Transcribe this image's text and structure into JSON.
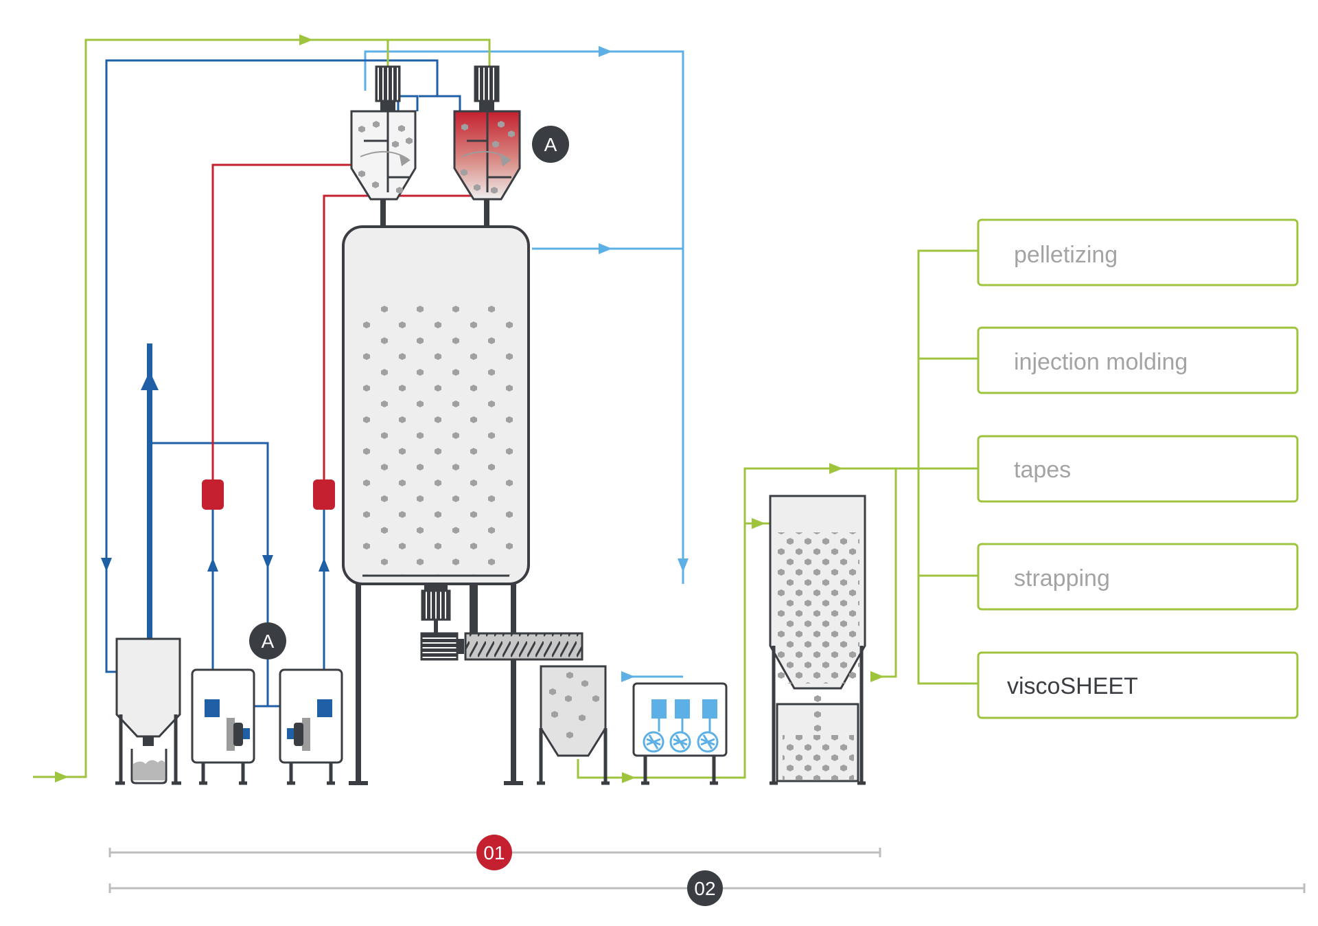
{
  "badges": {
    "reactor_marker": "A",
    "pump_marker": "A",
    "stage_01": "01",
    "stage_02": "02"
  },
  "outputs": [
    {
      "label": "pelletizing",
      "highlight": false
    },
    {
      "label": "injection molding",
      "highlight": false
    },
    {
      "label": "tapes",
      "highlight": false
    },
    {
      "label": "strapping",
      "highlight": false
    },
    {
      "label": "viscoSHEET",
      "highlight": true
    }
  ],
  "colors": {
    "green": "#9dc43c",
    "dark_blue": "#1f5fa6",
    "light_blue": "#5cb0e6",
    "red": "#c4202f",
    "equipment": "#3a3d42",
    "vessel_fill": "#eeeeee",
    "granule": "#9c9c9c",
    "stage_01_badge": "#c4202f",
    "stage_02_badge": "#3a3d42",
    "scale_line": "#bdbdbd",
    "label_muted": "#a3a3a3",
    "label_active": "#3a3d42"
  }
}
